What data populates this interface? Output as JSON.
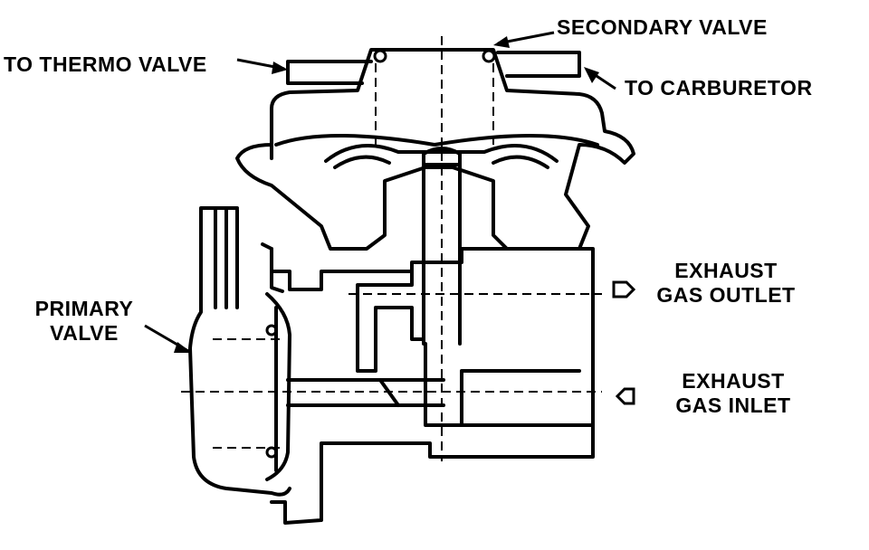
{
  "labels": {
    "to_thermo_valve": "TO THERMO VALVE",
    "secondary_valve": "SECONDARY VALVE",
    "to_carburetor": "TO CARBURETOR",
    "primary_valve_1": "PRIMARY",
    "primary_valve_2": "VALVE",
    "exhaust_outlet_1": "EXHAUST",
    "exhaust_outlet_2": "GAS OUTLET",
    "exhaust_inlet_1": "EXHAUST",
    "exhaust_inlet_2": "GAS INLET"
  },
  "colors": {
    "ink": "#000000",
    "paper": "#ffffff"
  }
}
